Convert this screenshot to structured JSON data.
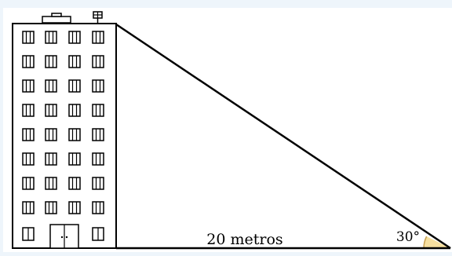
{
  "diagram": {
    "base_label": "20 metros",
    "angle_label": "30°",
    "colors": {
      "background": "#eef5fb",
      "panel": "#ffffff",
      "stroke": "#000000",
      "angle_fill": "#f6dfa0"
    },
    "building": {
      "floors_with_windows": 8,
      "windows_per_floor": 4,
      "has_door": true,
      "roof_items": [
        "roof-box",
        "antenna"
      ]
    }
  }
}
